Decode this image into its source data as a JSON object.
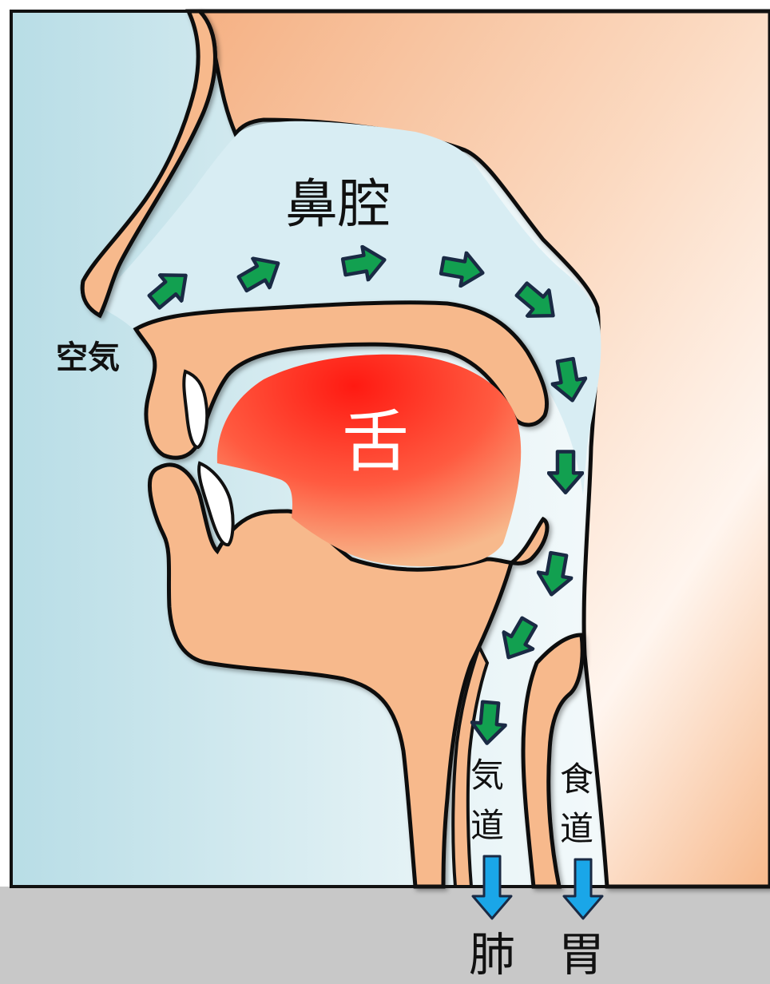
{
  "labels": {
    "nasal_cavity": "鼻腔",
    "air": "空気",
    "tongue": "舌",
    "trachea_1": "気",
    "trachea_2": "道",
    "esophagus_1": "食",
    "esophagus_2": "道",
    "lungs": "肺",
    "stomach": "胃"
  },
  "colors": {
    "airway": "#d8edf3",
    "skin": "#f7b98c",
    "tongue": "#ff2a1e",
    "airflow_arrow": "#12a050",
    "output_arrow": "#1aa6e8",
    "floor": "#c8c8c8",
    "outline": "#111111"
  }
}
